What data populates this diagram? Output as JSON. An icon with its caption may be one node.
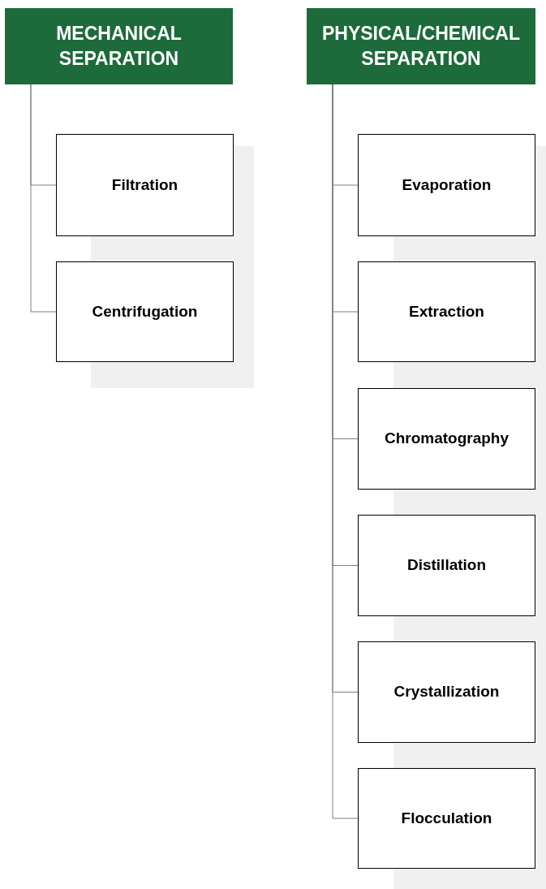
{
  "diagram": {
    "nodes": [
      {
        "text": [
          "MECHANICAL SEPARATION"
        ]
      },
      {
        "text": [
          "Filtration"
        ]
      },
      {
        "text": [
          "Centrifugation"
        ]
      },
      {
        "text": [
          "PHYSICAL/CHEMICAL SEPARATION"
        ]
      },
      {
        "text": [
          "Evaporation"
        ]
      },
      {
        "text": [
          "Extraction"
        ]
      },
      {
        "text": [
          "Chromatography"
        ]
      },
      {
        "text": [
          "Distillation"
        ]
      },
      {
        "text": [
          "Crystallization"
        ]
      },
      {
        "text": [
          "Flocculation"
        ]
      }
    ],
    "edges": [
      {
        "from": 0,
        "to": 1,
        "arrow": "none"
      },
      {
        "from": 0,
        "to": 2,
        "arrow": "none"
      },
      {
        "from": 3,
        "to": 4,
        "arrow": "none"
      },
      {
        "from": 3,
        "to": 5,
        "arrow": "none"
      },
      {
        "from": 3,
        "to": 6,
        "arrow": "none"
      },
      {
        "from": 3,
        "to": 7,
        "arrow": "none"
      },
      {
        "from": 3,
        "to": 8,
        "arrow": "none"
      },
      {
        "from": 3,
        "to": 9,
        "arrow": "none"
      }
    ]
  }
}
